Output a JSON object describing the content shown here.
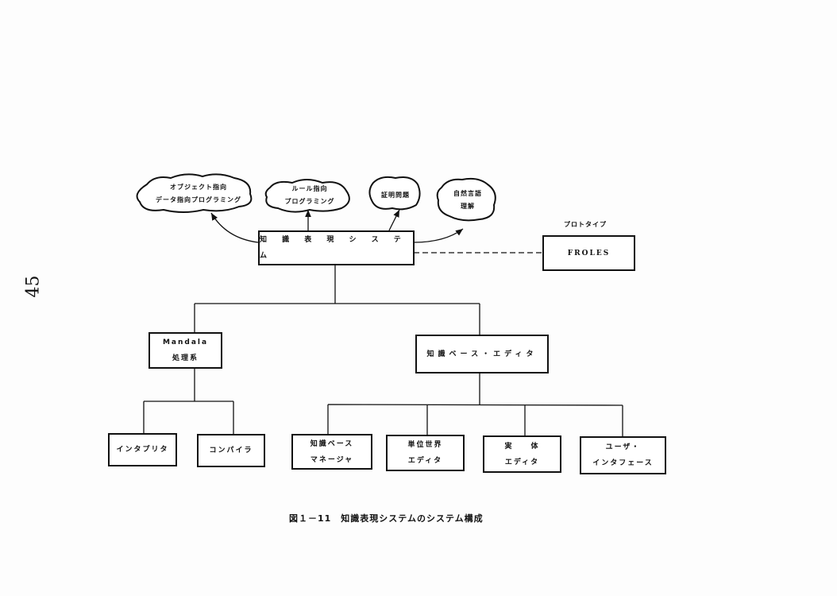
{
  "page_number": "45",
  "root": {
    "label": "知 識 表 現 シ ス テ ム"
  },
  "applications": [
    {
      "lines": [
        "オブジェクト指向",
        "データ指向プログラミング"
      ]
    },
    {
      "lines": [
        "ルール指向",
        "プログラミング"
      ]
    },
    {
      "lines": [
        "証明問題"
      ]
    },
    {
      "lines": [
        "自然言語",
        "理解"
      ]
    }
  ],
  "prototype": {
    "caption": "プロトタイプ",
    "label": "FROLES"
  },
  "mandala": {
    "lines": [
      "Mandala",
      "処理系"
    ],
    "children": [
      "インタプリタ",
      "コンパイラ"
    ]
  },
  "kb_editor": {
    "label": "知識ベース・エディタ",
    "children": [
      {
        "lines": [
          "知識ベース",
          "マネージャ"
        ]
      },
      {
        "lines": [
          "単位世界",
          "エディタ"
        ]
      },
      {
        "lines": [
          "実　　体",
          "エディタ"
        ]
      },
      {
        "lines": [
          "ユーザ・",
          "インタフェース"
        ]
      }
    ]
  },
  "caption": "図１－11　知識表現システムのシステム構成"
}
